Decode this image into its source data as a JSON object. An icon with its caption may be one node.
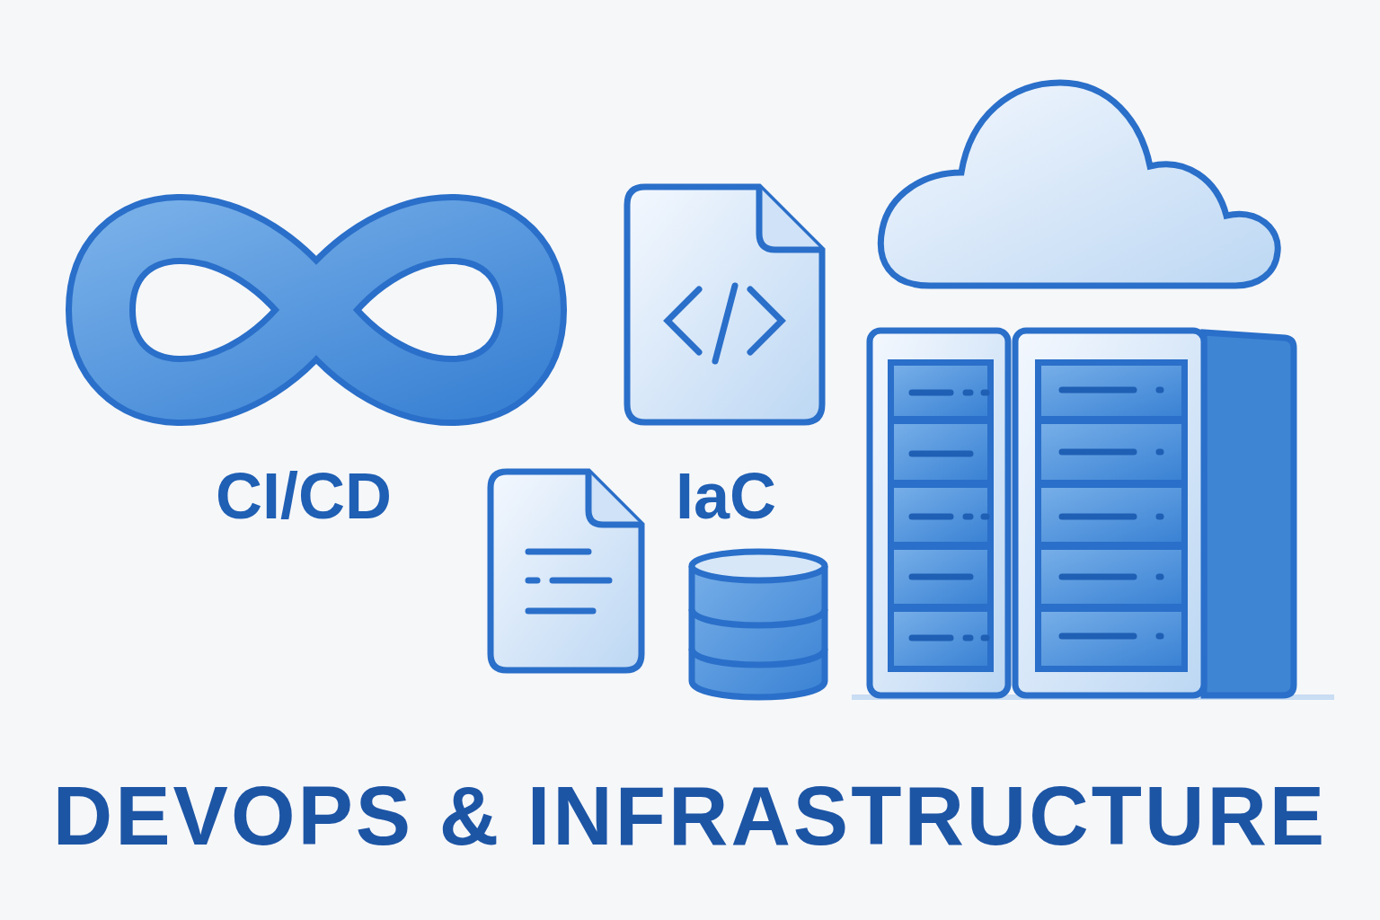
{
  "diagram": {
    "title": "DEVOPS & INFRASTRUCTURE",
    "labels": [
      "CI/CD",
      "IaC"
    ]
  }
}
